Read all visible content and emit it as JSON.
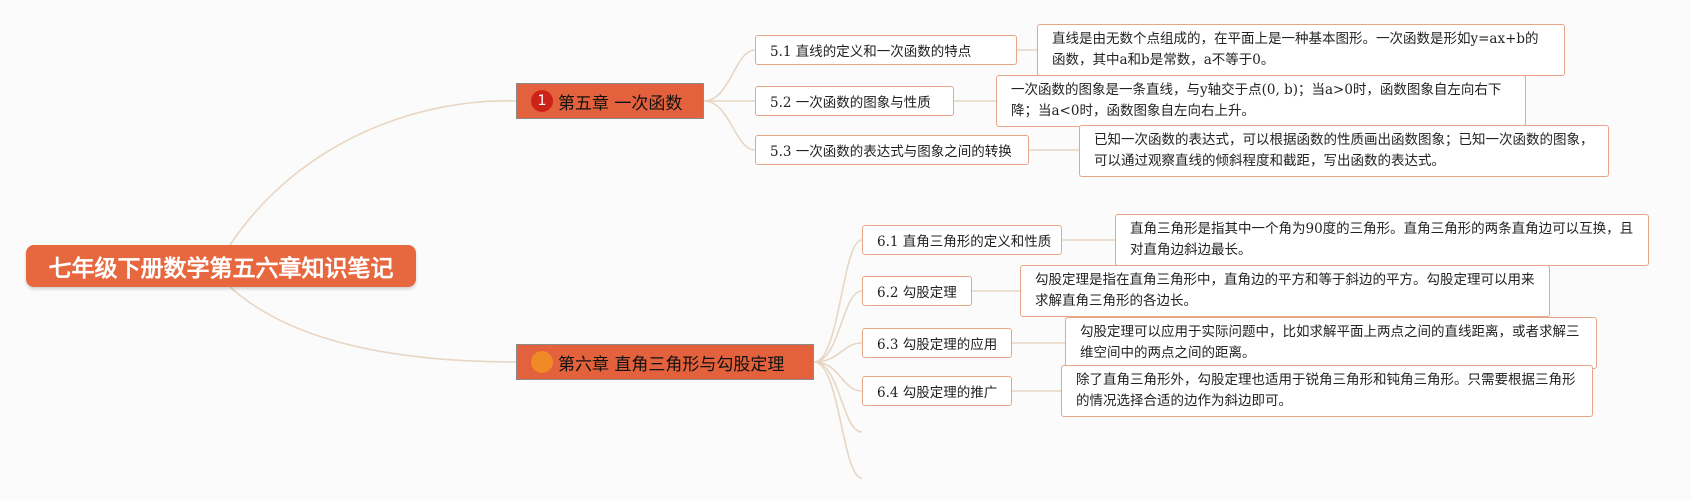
{
  "root": {
    "title": "七年级下册数学第五六章知识笔记"
  },
  "chapters": [
    {
      "marker": "1",
      "title": "第五章 一次函数",
      "sections": [
        {
          "title": "5.1 直线的定义和一次函数的特点",
          "desc": "直线是由无数个点组成的，在平面上是一种基本图形。一次函数是形如y=ax+b的函数，其中a和b是常数，a不等于0。"
        },
        {
          "title": "5.2 一次函数的图象与性质",
          "desc": "一次函数的图象是一条直线，与y轴交于点(0, b)；当a>0时，函数图象自左向右下降；当a<0时，函数图象自左向右上升。"
        },
        {
          "title": "5.3 一次函数的表达式与图象之间的转换",
          "desc": "已知一次函数的表达式，可以根据函数的性质画出函数图象；已知一次函数的图象，可以通过观察直线的倾斜程度和截距，写出函数的表达式。"
        }
      ]
    },
    {
      "marker": "",
      "title": "第六章 直角三角形与勾股定理",
      "sections": [
        {
          "title": "6.1 直角三角形的定义和性质",
          "desc": "直角三角形是指其中一个角为90度的三角形。直角三角形的两条直角边可以互换，且对直角边斜边最长。"
        },
        {
          "title": "6.2 勾股定理",
          "desc": "勾股定理是指在直角三角形中，直角边的平方和等于斜边的平方。勾股定理可以用来求解直角三角形的各边长。"
        },
        {
          "title": "6.3 勾股定理的应用",
          "desc": "勾股定理可以应用于实际问题中，比如求解平面上两点之间的直线距离，或者求解三维空间中的两点之间的距离。"
        },
        {
          "title": "6.4 勾股定理的推广",
          "desc": "除了直角三角形外，勾股定理也适用于锐角三角形和钝角三角形。只需要根据三角形的情况选择合适的边作为斜边即可。"
        }
      ]
    }
  ],
  "colors": {
    "root_fill": "#e7673f",
    "chapter_fill": "#e3613c",
    "marker_ch5": "#cc2318",
    "marker_ch6": "#ef8a26",
    "node_border": "#e7a687",
    "connector": "#e8d6c4"
  }
}
